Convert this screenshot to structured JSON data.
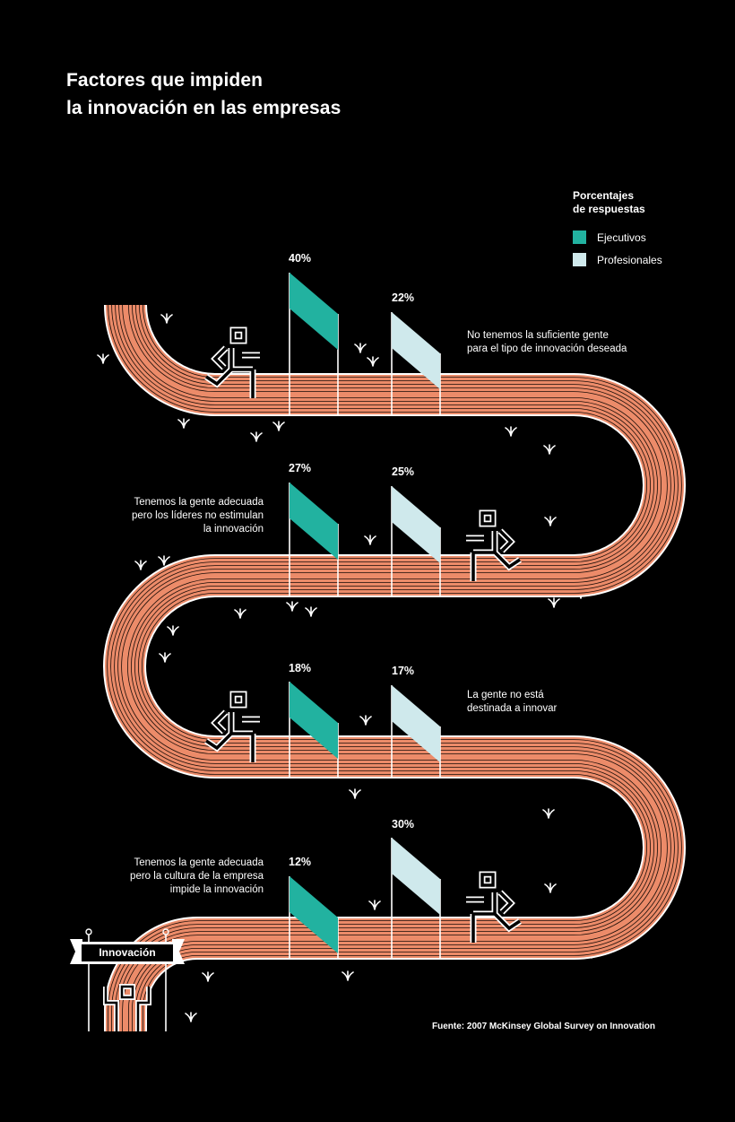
{
  "title": {
    "line1": "Factores que impiden",
    "line2": "la innovación en las empresas"
  },
  "legend": {
    "title_line1": "Porcentajes",
    "title_line2": "de respuestas",
    "items": [
      {
        "label": "Ejecutivos",
        "color": "#22b2a0"
      },
      {
        "label": "Profesionales",
        "color": "#cfe9ec"
      }
    ]
  },
  "colors": {
    "track": "#ec8b69",
    "lane_line": "#1a0d08",
    "edge": "#ffffff",
    "background": "#000000"
  },
  "factors": [
    {
      "lines": [
        "No tenemos la suficiente gente",
        "para el tipo de innovación deseada"
      ],
      "ejecutivos": 40,
      "profesionales": 22
    },
    {
      "lines": [
        "Tenemos la gente adecuada",
        "pero los líderes no estimulan",
        "la innovación"
      ],
      "ejecutivos": 27,
      "profesionales": 25
    },
    {
      "lines": [
        "La gente no está",
        "destinada a innovar"
      ],
      "ejecutivos": 18,
      "profesionales": 17
    },
    {
      "lines": [
        "Tenemos la gente adecuada",
        "pero la cultura de la empresa",
        "impide la innovación"
      ],
      "ejecutivos": 12,
      "profesionales": 30
    }
  ],
  "pct_labels": [
    "40%",
    "22%",
    "27%",
    "25%",
    "18%",
    "17%",
    "12%",
    "30%"
  ],
  "finish_banner": "Innovación",
  "source": "Fuente: 2007 McKinsey Global Survey on Innovation"
}
